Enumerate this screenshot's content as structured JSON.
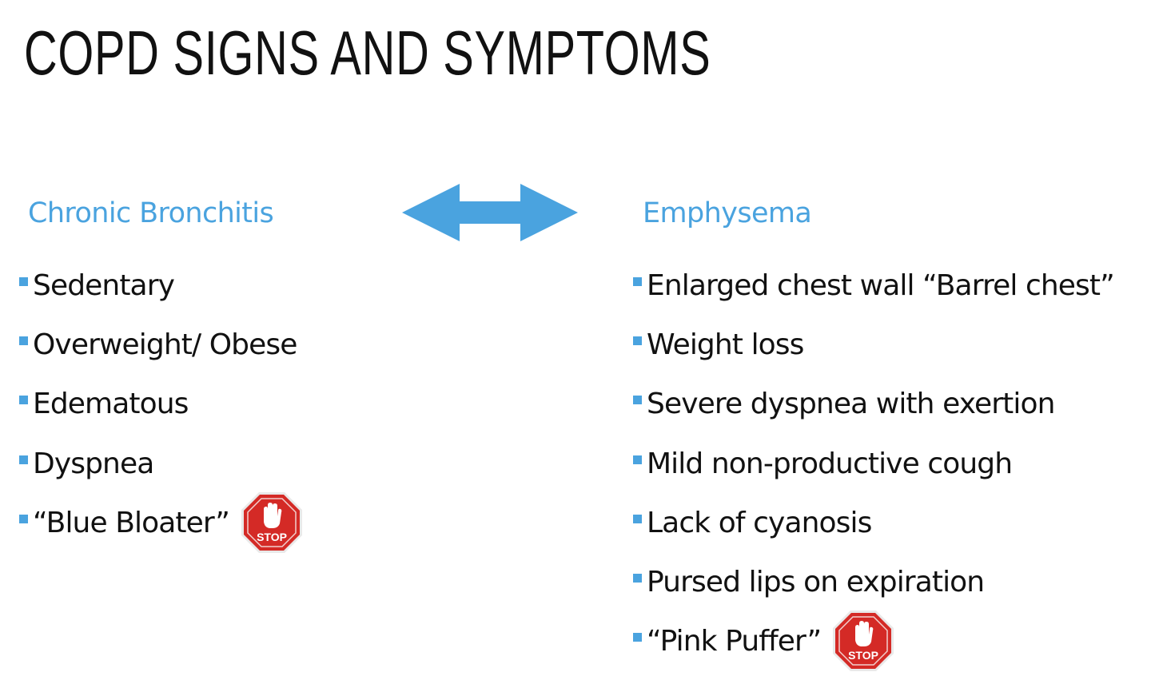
{
  "slide": {
    "title": "COPD SIGNS AND SYMPTOMS"
  },
  "colors": {
    "accent": "#4aa3df",
    "text": "#111111",
    "stop_red": "#d42a26"
  },
  "left_column": {
    "heading": "Chronic Bronchitis",
    "items": [
      {
        "text": "Sedentary"
      },
      {
        "text": "Overweight/ Obese"
      },
      {
        "text": "Edematous"
      },
      {
        "text": "Dyspnea"
      },
      {
        "text": "“Blue Bloater”",
        "icon": "stop-sign-icon"
      }
    ]
  },
  "right_column": {
    "heading": "Emphysema",
    "items": [
      {
        "text": "Enlarged chest wall “Barrel chest”"
      },
      {
        "text": "Weight loss"
      },
      {
        "text": "Severe dyspnea with exertion"
      },
      {
        "text": "Mild non-productive cough"
      },
      {
        "text": "Lack of cyanosis"
      },
      {
        "text": "Pursed lips on expiration"
      },
      {
        "text": "“Pink Puffer”",
        "icon": "stop-sign-icon"
      }
    ]
  },
  "connector_icon": "double-arrow-icon",
  "stop_sign_label": "STOP"
}
